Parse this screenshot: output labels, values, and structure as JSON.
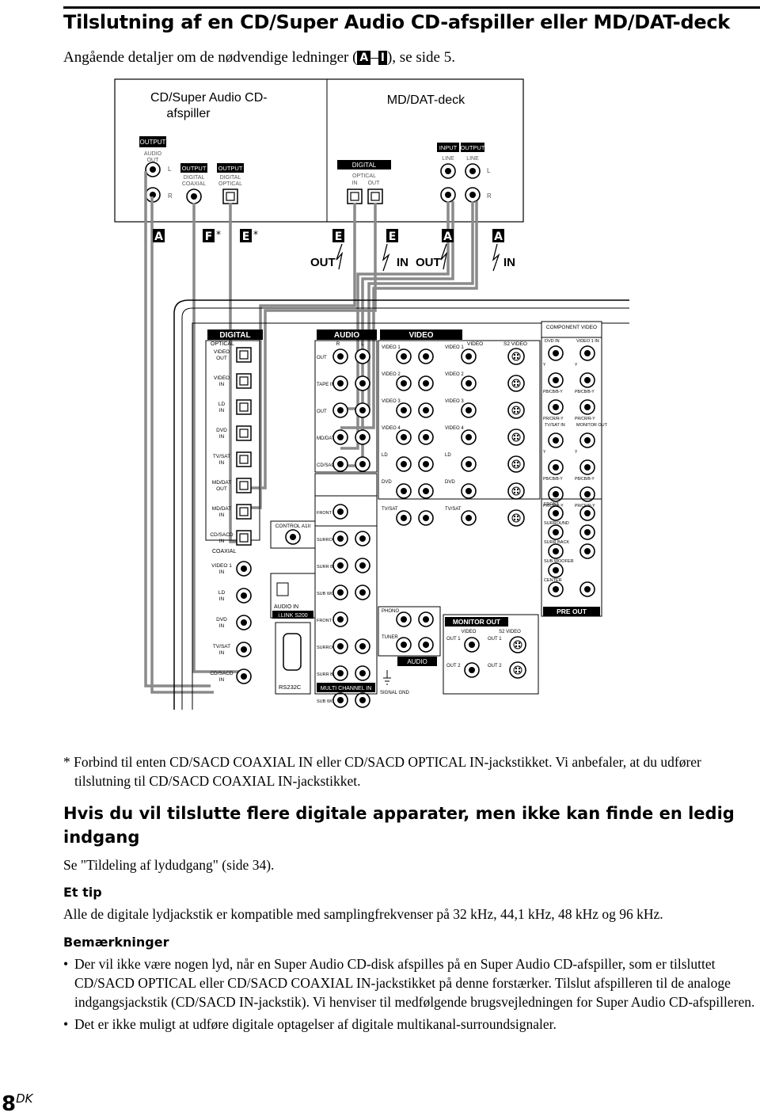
{
  "title": "Tilslutning af en CD/Super Audio CD-afspiller eller MD/DAT-deck",
  "intro": {
    "before": "Angående detaljer om de nødvendige ledninger (",
    "letter_a": "A",
    "dash": "–",
    "letter_i": "I",
    "after": "), se side 5."
  },
  "diagram": {
    "cd_player": {
      "title_line1": "CD/Super Audio CD-",
      "title_line2": "afspiller",
      "output": "OUTPUT",
      "audio": "AUDIO",
      "out": "OUT",
      "l": "L",
      "r": "R",
      "digital": "DIGITAL",
      "coaxial": "COAXIAL",
      "optical": "OPTICAL"
    },
    "md_deck": {
      "title": "MD/DAT-deck",
      "digital": "DIGITAL",
      "optical": "OPTICAL",
      "in": "IN",
      "out": "OUT",
      "input": "INPUT",
      "output": "OUTPUT",
      "line": "LINE",
      "l": "L",
      "r": "R"
    },
    "cable_letters": [
      "A",
      "F",
      "E",
      "E",
      "E",
      "A",
      "A"
    ],
    "asterisk": "*",
    "flow": {
      "out1": "OUT",
      "in1": "IN",
      "out2": "OUT",
      "in2": "IN"
    },
    "receiver": {
      "digital": "DIGITAL",
      "optical": "OPTICAL",
      "optical_jacks": [
        "VIDEO OUT",
        "VIDEO IN",
        "LD IN",
        "DVD IN",
        "TV/SAT IN",
        "MD/DAT OUT",
        "MD/DAT IN",
        "CD/SACD IN"
      ],
      "coaxial": "COAXIAL",
      "coaxial_jacks": [
        "VIDEO 1 IN",
        "LD IN",
        "DVD IN",
        "TV/SAT IN",
        "CD/SACD IN"
      ],
      "control_a": "CONTROL A1II",
      "audio_in": "AUDIO IN",
      "ilink": "i.LINK S200",
      "rs232c": "RS232C",
      "audio": "AUDIO",
      "r": "R",
      "l": "L",
      "audio_rows": [
        "OUT",
        "TAPE IN",
        "OUT",
        "MD/DAT IN",
        "CD/SACD IN"
      ],
      "front1": "FRONT",
      "surround": "SURROUND",
      "surr_back": "SURR BACK",
      "center": "CENTER",
      "sub_woofer": "SUB WOOFER",
      "front2": "FRONT",
      "multi_channel_in": "MULTI CHANNEL IN",
      "video": "VIDEO",
      "s2_video": "S2 VIDEO",
      "video_rows": [
        "VIDEO 1",
        "VIDEO 2",
        "VIDEO 3",
        "VIDEO 4",
        "LD",
        "DVD",
        "TV/SAT"
      ],
      "phono": "PHONO",
      "tuner": "TUNER",
      "signal_gnd": "SIGNAL GND",
      "monitor_out": "MONITOR OUT",
      "out1": "OUT 1",
      "out2": "OUT 2",
      "component_video": "COMPONENT VIDEO",
      "comp_labels": [
        "DVD IN",
        "VIDEO 1 IN",
        "TV/SAT IN",
        "MONITOR OUT"
      ],
      "pb": "PB/CB/B-Y",
      "pr": "PR/CR/R-Y",
      "y": "Y",
      "pre_out": "PRE OUT",
      "pre_rows": [
        "FRONT",
        "SURROUND",
        "SURR BACK",
        "SUB WOOFER",
        "CENTER"
      ]
    }
  },
  "footnote": "* Forbind til enten CD/SACD COAXIAL IN eller CD/SACD OPTICAL IN-jackstikket. Vi anbefaler, at du udfører tilslutning til CD/SACD COAXIAL IN-jackstikket.",
  "section2": {
    "heading": "Hvis du vil tilslutte flere digitale apparater, men ikke kan finde en ledig indgang",
    "text": "Se \"Tildeling af lydudgang\" (side 34)."
  },
  "tip": {
    "heading": "Et tip",
    "text": "Alle de digitale lydjackstik er kompatible med samplingfrekvenser på 32 kHz, 44,1 kHz, 48 kHz og 96 kHz."
  },
  "notes": {
    "heading": "Bemærkninger",
    "items": [
      "Der vil ikke være nogen lyd, når en Super Audio CD-disk afspilles på en Super Audio CD-afspiller, som er tilsluttet CD/SACD OPTICAL eller CD/SACD COAXIAL IN-jackstikket på denne forstærker. Tilslut afspilleren til de analoge indgangsjackstik (CD/SACD IN-jackstik). Vi henviser til medfølgende brugsvejledningen for Super Audio CD-afspilleren.",
      "Det er ikke muligt at udføre digitale optagelser af digitale multikanal-surroundsignaler."
    ]
  },
  "page": {
    "number": "8",
    "suffix": "DK"
  }
}
